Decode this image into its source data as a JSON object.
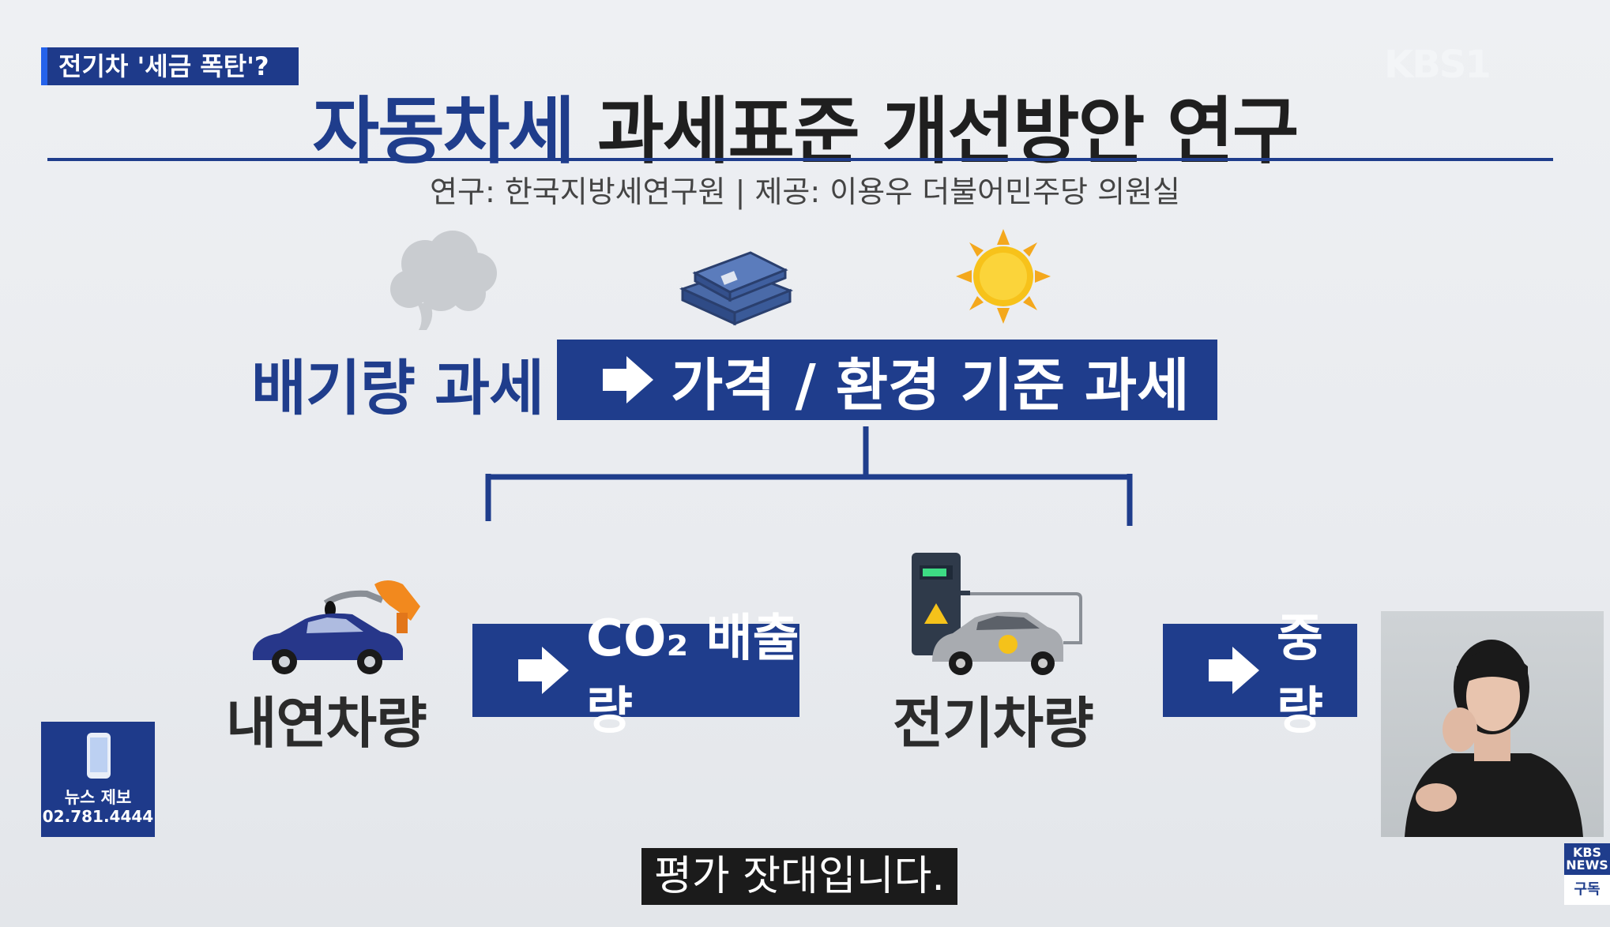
{
  "ticker": {
    "text": "전기차 '세금 폭탄'?"
  },
  "channel_logo": {
    "text": "KBS1"
  },
  "title": {
    "highlight": "자동차세",
    "rest": "과세표준 개선방안 연구"
  },
  "subtitle": {
    "text": "연구: 한국지방세연구원 | 제공: 이용우 더불어민주당 의원실"
  },
  "diagram": {
    "from_label": "배기량 과세",
    "main_box": "가격 / 환경 기준 과세",
    "left_vehicle": "내연차량",
    "left_basis": "CO₂ 배출량",
    "right_vehicle": "전기차량",
    "right_basis": "중량"
  },
  "news_tip": {
    "label": "뉴스 제보",
    "phone": "02.781.4444"
  },
  "caption": {
    "text": "평가 잣대입니다."
  },
  "subscribe": {
    "brand": "KBS NEWS",
    "label": "구독"
  },
  "colors": {
    "brand_blue": "#1f3d8c",
    "text_dark": "#2b2b2b"
  },
  "icons": [
    "smoke-icon",
    "money-stack-icon",
    "sun-icon",
    "fuel-pump-car-icon",
    "ev-charger-car-icon",
    "phone-icon"
  ]
}
